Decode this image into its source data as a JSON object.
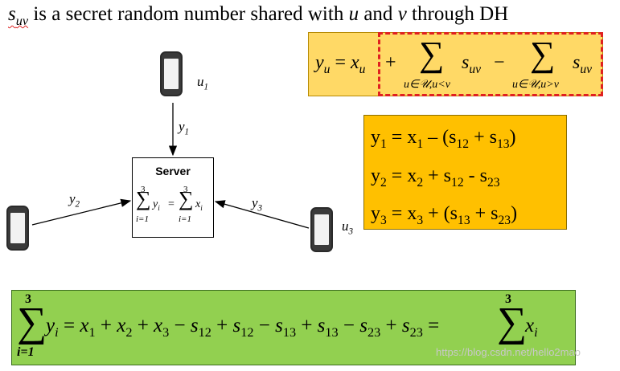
{
  "title": {
    "s": "s",
    "s_sub": "uv",
    "text1": " is a secret random number shared with ",
    "u": "u",
    "and": " and ",
    "v": "v",
    "text2": " through DH"
  },
  "top_equation": {
    "lhs": "y",
    "lhs_sub": "u",
    "eq": " = ",
    "x": "x",
    "x_sub": "u",
    "plus": "+",
    "minus": "−",
    "sigma": "∑",
    "term": "s",
    "term_sub": "uv",
    "sum1_under": "u∈𝒰,u<v",
    "sum2_under": "u∈𝒰,u>v"
  },
  "phones": {
    "u1": {
      "base": "u",
      "sub": "1"
    },
    "u3": {
      "base": "u",
      "sub": "3"
    }
  },
  "messages": {
    "y1": {
      "base": "y",
      "sub": "1"
    },
    "y2": {
      "base": "y",
      "sub": "2"
    },
    "y3": {
      "base": "y",
      "sub": "3"
    }
  },
  "server": {
    "name": "Server",
    "sum_top": "3",
    "sum_bottom": "i=1",
    "sigma": "∑",
    "y": "y",
    "x": "x",
    "i": "i",
    "eq": "="
  },
  "y_equations": [
    {
      "lhs": "y",
      "lhs_sub": "1",
      "rhs": " = x",
      "rhs_sub": "1",
      "rest": "  – (s",
      "a_sub": "12",
      "mid": " + s",
      "b_sub": "13",
      "end": ")"
    },
    {
      "lhs": "y",
      "lhs_sub": "2",
      "rhs": " = x",
      "rhs_sub": "2",
      "rest": " + s",
      "a_sub": "12",
      "mid": " -  s",
      "b_sub": "23",
      "end": ""
    },
    {
      "lhs": "y",
      "lhs_sub": "3",
      "rhs": " = x",
      "rhs_sub": "3",
      "rest": " + (s",
      "a_sub": "13",
      "mid": " + s",
      "b_sub": "23",
      "end": ")"
    }
  ],
  "bottom_equation": {
    "sigma": "∑",
    "top": "3",
    "bottom": "i=1",
    "y": "y",
    "i": "i",
    "rhs": [
      {
        "op": " = ",
        "v": "x",
        "sub": "1"
      },
      {
        "op": " + ",
        "v": "x",
        "sub": "2"
      },
      {
        "op": " + ",
        "v": "x",
        "sub": "3"
      },
      {
        "op": " − ",
        "v": "s",
        "sub": "12"
      },
      {
        "op": " + ",
        "v": "s",
        "sub": "12"
      },
      {
        "op": " − ",
        "v": "s",
        "sub": "13"
      },
      {
        "op": " + ",
        "v": "s",
        "sub": "13"
      },
      {
        "op": " − ",
        "v": "s",
        "sub": "23"
      },
      {
        "op": " + ",
        "v": "s",
        "sub": "23"
      }
    ],
    "final_eq": " = ",
    "x": "x"
  },
  "watermark": "https://blog.csdn.net/hello2mao"
}
